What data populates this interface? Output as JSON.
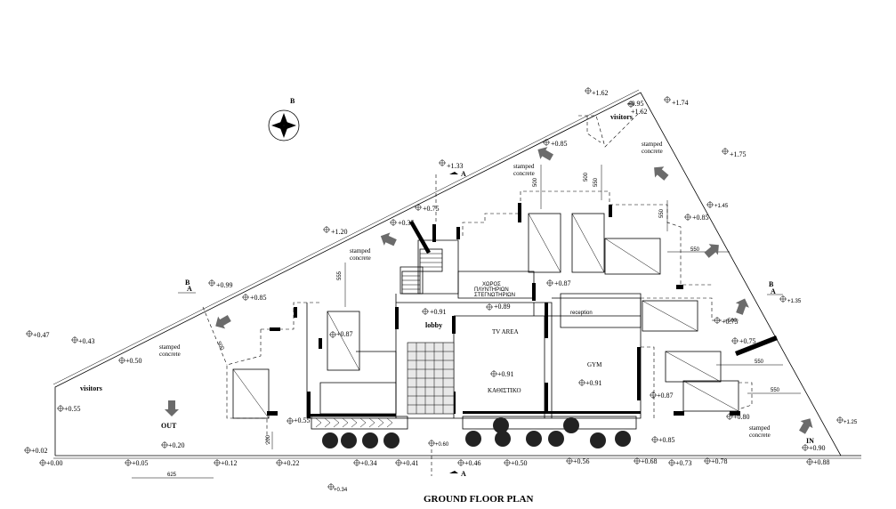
{
  "title": "GROUND FLOOR PLAN",
  "compass_label": "B",
  "section_marks": [
    "B",
    "A",
    "A",
    "A",
    "B",
    "A"
  ],
  "areas": {
    "visitors_top": "visitors",
    "visitors_left": "visitors",
    "stamped_top": [
      "stamped",
      "concrete"
    ],
    "stamped_mid": [
      "stamped",
      "concrete"
    ],
    "stamped_right": [
      "stamped",
      "concrete"
    ],
    "stamped_left": [
      "stamped",
      "concrete"
    ],
    "stamped_bottom_right": [
      "stamped",
      "concrete"
    ],
    "lobby": "lobby",
    "tv_area": "TV AREA",
    "gym": "GYM",
    "kathistiko": "ΚΑΘΙΣΤΙΚΟ",
    "in": "IN",
    "out": "OUT",
    "reception": "reception",
    "service_room": [
      "ΧΩΡΟΣ",
      "ΠΛΥΝΤΗΡΙΩΝ",
      "ΣΤΕΓΝΩΤΗΡΙΩΝ"
    ]
  },
  "levels": [
    "+1.62",
    "+0.95",
    "+1.62",
    "+1.74",
    "+0.85",
    "+1.33",
    "+1.75",
    "+0.75",
    "+0.35",
    "+1.45",
    "+0.85",
    "+1.20",
    "+0.87",
    "+1.35",
    "+0.99",
    "+0.85",
    "+0.91",
    "+0.89",
    "+0.47",
    "+0.43",
    "+0.87",
    "+0.75",
    "+0.75",
    "+0.50",
    "+0.91",
    "+0.91",
    "+0.87",
    "+0.55",
    "+0.55",
    "+0.80",
    "+1.25",
    "+0.20",
    "+0.85",
    "+0.90",
    "+0.02",
    "+0.00",
    "+0.05",
    "+0.12",
    "+0.22",
    "+0.34",
    "+0.41",
    "+0.46",
    "+0.50",
    "+0.56",
    "+0.68",
    "+0.73",
    "+0.78",
    "+0.88",
    "+0.34",
    "+0.60"
  ],
  "dimensions": [
    "625",
    "500",
    "550",
    "550",
    "550",
    "550",
    "550",
    "555",
    "500",
    "500",
    "500",
    "200"
  ]
}
